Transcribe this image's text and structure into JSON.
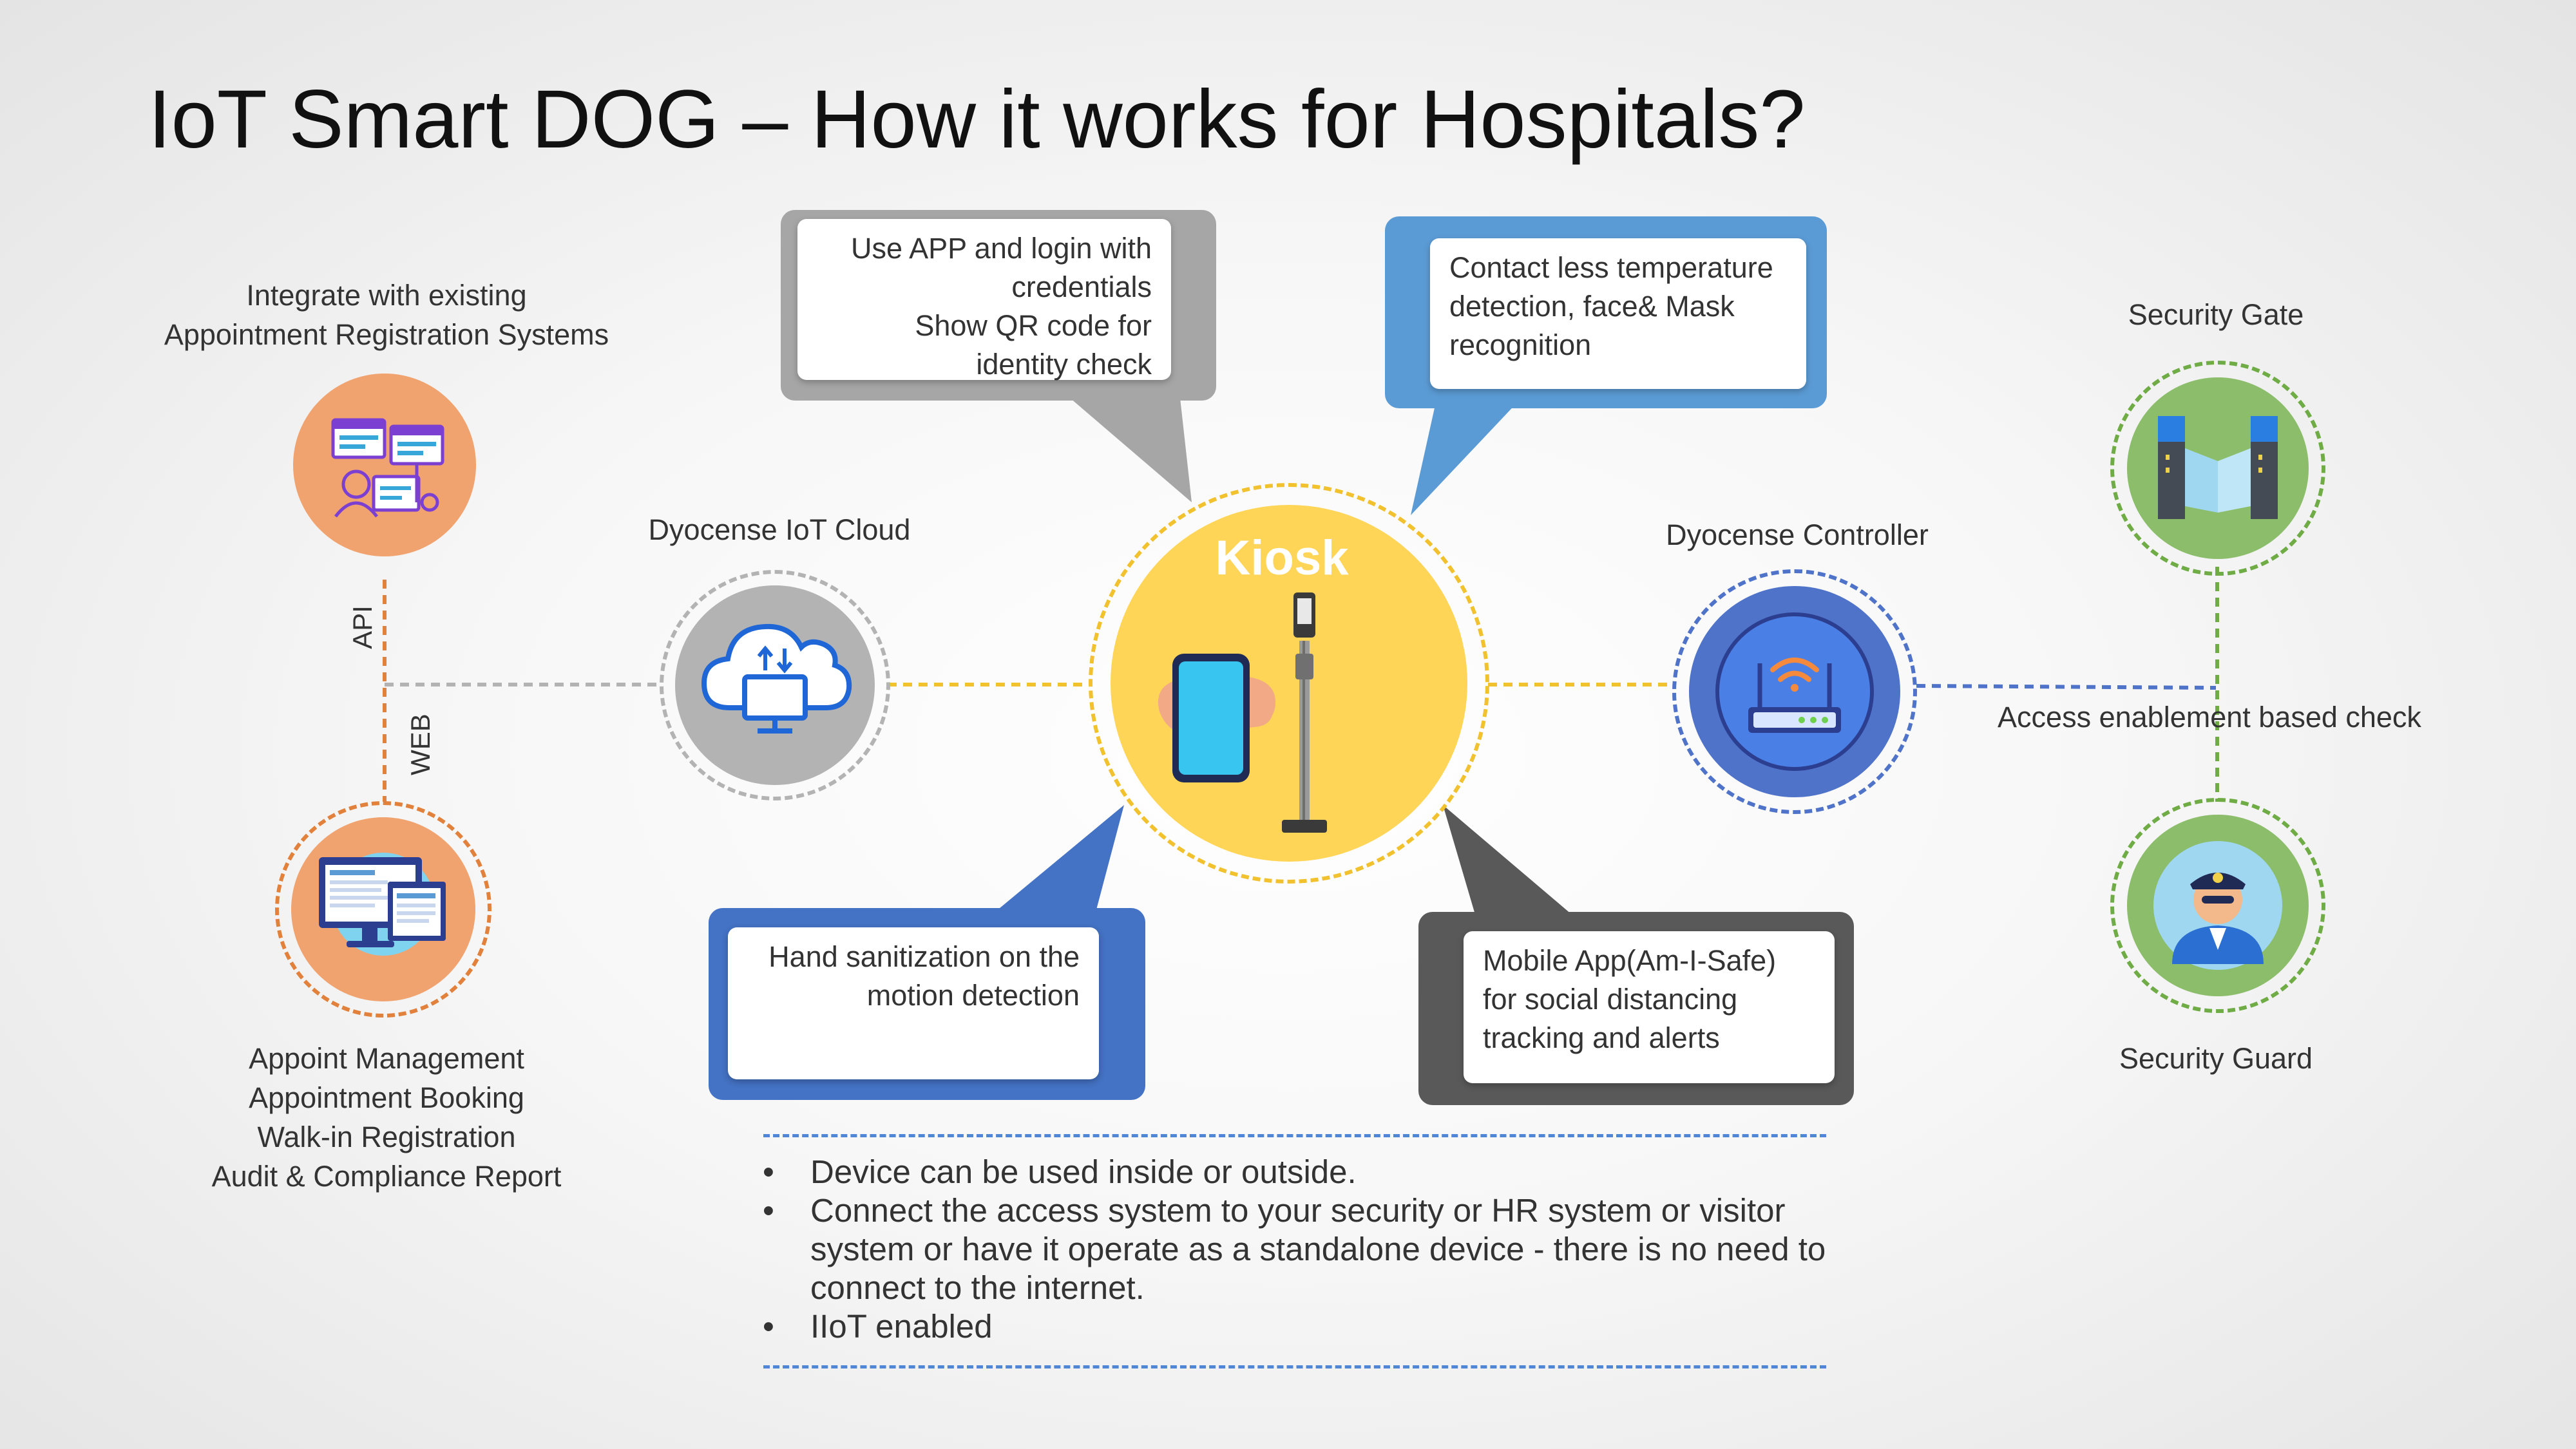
{
  "title": "IoT Smart DOG – How it works for Hospitals?",
  "labels": {
    "integrate_line1": "Integrate with existing",
    "integrate_line2": "Appointment Registration Systems",
    "api": "API",
    "web": "WEB",
    "appoint_lines": [
      "Appoint Management",
      "Appointment Booking",
      "Walk-in Registration",
      "Audit & Compliance Report"
    ],
    "cloud": "Dyocense IoT Cloud",
    "controller": "Dyocense Controller",
    "security_gate": "Security Gate",
    "security_guard": "Security Guard",
    "access_check": "Access enablement based check",
    "kiosk": "Kiosk"
  },
  "callouts": {
    "app_login": [
      "Use APP and login with",
      "credentials",
      "Show QR code for",
      "identity check"
    ],
    "contactless": [
      "Contact less temperature",
      "detection, face& Mask",
      "recognition"
    ],
    "sanitization": [
      "Hand sanitization on the",
      "motion detection"
    ],
    "mobile_app": [
      "Mobile App(Am-I-Safe)",
      "for social distancing",
      "tracking and alerts"
    ]
  },
  "bullets": [
    "Device can be used inside or outside.",
    "Connect the access system to your security or HR system or visitor system or have it operate as a standalone device - there is no need to connect to the internet.",
    "IIoT enabled"
  ],
  "colors": {
    "orange": "#f0a36f",
    "orange_dash": "#e2813b",
    "grey_circle": "#b3b3b3",
    "kiosk_yellow": "#ffd558",
    "controller_blue": "#4f73c9",
    "green": "#8cbd6b",
    "green_dash": "#6fac45",
    "callout_grey": "#a6a6a6",
    "callout_lightblue": "#5b9bd5",
    "callout_blue": "#4472c4",
    "callout_dark": "#595959"
  },
  "icons": [
    "web-apps-icon",
    "desktop-screens-icon",
    "cloud-upload-icon",
    "smartphone-in-hand-icon",
    "kiosk-stand-icon",
    "wifi-router-icon",
    "security-gate-icon",
    "security-guard-icon"
  ]
}
